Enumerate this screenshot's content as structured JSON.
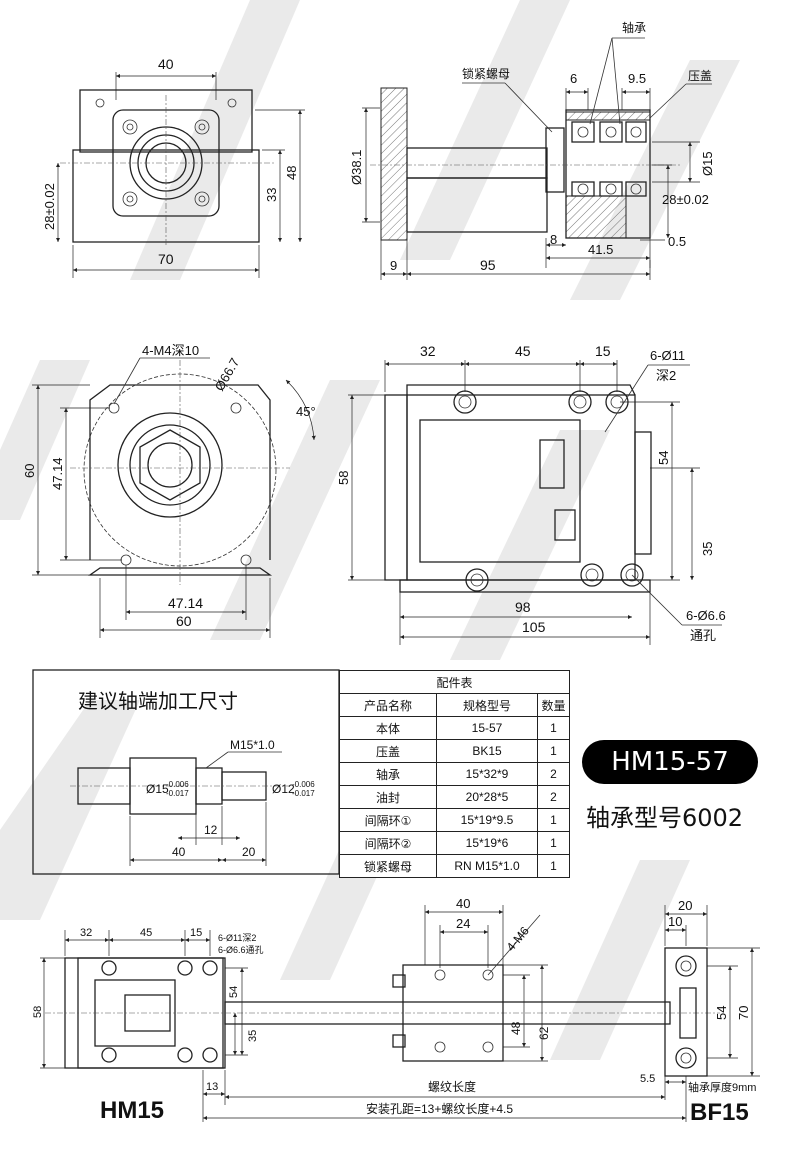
{
  "top_front": {
    "dims": [
      "40",
      "70",
      "33",
      "48",
      "28±0.02"
    ]
  },
  "top_side": {
    "dims": [
      "6",
      "9.5",
      "Ø38.1",
      "Ø15",
      "28±0.02",
      "8",
      "41.5",
      "0.5",
      "9",
      "95"
    ],
    "labels": {
      "bearing": "轴承",
      "lock_nut": "锁紧螺母",
      "cover": "压盖"
    }
  },
  "mid_front": {
    "dims": [
      "4-M4深10",
      "Ø66.7",
      "45°",
      "60",
      "47.14",
      "47.14",
      "60"
    ]
  },
  "mid_side": {
    "dims": [
      "32",
      "45",
      "15",
      "6-Ø11",
      "深2",
      "54",
      "58",
      "35",
      "98",
      "105",
      "6-Ø6.6",
      "通孔"
    ]
  },
  "advice": {
    "title": "建议轴端加工尺寸",
    "thread": "M15*1.0",
    "dia1": "Ø15",
    "tol1_up": "-0.006",
    "tol1_dn": "-0.017",
    "dia2": "Ø12",
    "tol2_up": "-0.006",
    "tol2_dn": "-0.017",
    "d12": "12",
    "d40": "40",
    "d20": "20"
  },
  "parts": {
    "title": "配件表",
    "headers": [
      "产品名称",
      "规格型号",
      "数量"
    ],
    "rows": [
      [
        "本体",
        "15-57",
        "1"
      ],
      [
        "压盖",
        "BK15",
        "1"
      ],
      [
        "轴承",
        "15*32*9",
        "2"
      ],
      [
        "油封",
        "20*28*5",
        "2"
      ],
      [
        "间隔环①",
        "15*19*9.5",
        "1"
      ],
      [
        "间隔环②",
        "15*19*6",
        "1"
      ],
      [
        "锁紧螺母",
        "RN M15*1.0",
        "1"
      ]
    ]
  },
  "model_badge": "HM15-57",
  "bearing_model": "轴承型号6002",
  "assembly": {
    "left": {
      "d32": "32",
      "d45": "45",
      "d15": "15",
      "note1": "6-Ø11深2",
      "note2": "6-Ø6.6通孔",
      "d54": "54",
      "d58": "58",
      "d35": "35"
    },
    "middle": {
      "d40": "40",
      "d24": "24",
      "m6": "4-M6",
      "d48": "48",
      "d62": "62"
    },
    "right": {
      "d20": "20",
      "d10": "10",
      "d54": "54",
      "d70": "70"
    },
    "d13": "13",
    "d55": "5.5",
    "thread_len": "螺纹长度",
    "bearing_thick": "轴承厚度9mm",
    "mount_formula": "安装孔距=13+螺纹长度+4.5",
    "left_name": "HM15",
    "right_name": "BF15"
  }
}
